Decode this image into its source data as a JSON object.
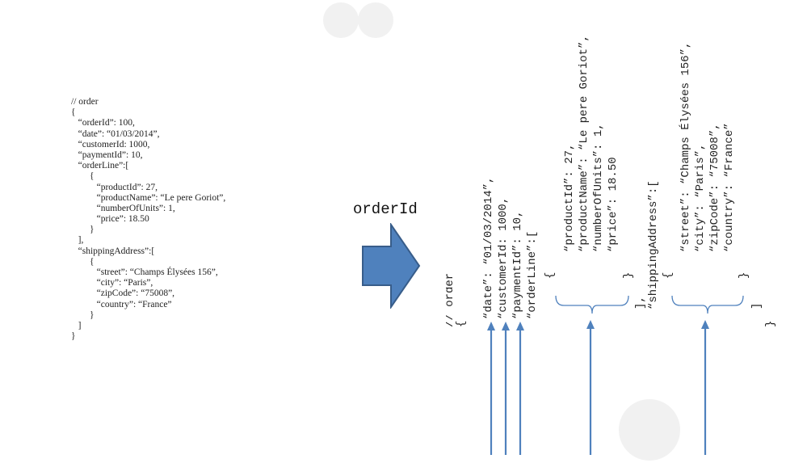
{
  "source_json": {
    "lines": [
      "// order",
      "{",
      "   “orderId”: 100,",
      "   “date”: “01/03/2014”,",
      "   “customerId: 1000,",
      "   “paymentId”: 10,",
      "   “orderLine”:[",
      "        {",
      "           “productId”: 27,",
      "           “productName”: “Le pere Goriot”,",
      "           “numberOfUnits”: 1,",
      "           “price”: 18.50",
      "        }",
      "   ],",
      "   “shippingAddress”:[",
      "        {",
      "           “street”: “Champs Élysées 156”,",
      "           “city”: “Paris”,",
      "           “zipCode”: “75008”,",
      "           “country”: “France”",
      "        }",
      "   ]",
      "}"
    ]
  },
  "arrow": {
    "label": "orderId",
    "color": "#4f81bd",
    "border": "#385d8a"
  },
  "rotated": {
    "comment": "// order",
    "open_brace": "{",
    "date": "“date”: “01/03/2014”,",
    "customer": "“customerId: 1000,",
    "payment": "“paymentId”: 10,",
    "order_line": "“orderLine”:[",
    "ol_open": "{",
    "product_id": "“productId”: 27,",
    "product_name": "“productName”: “Le pere Goriot”,",
    "units": "“numberOfUnits”: 1,",
    "price": "“price”: 18.50",
    "ol_close": "}",
    "ol_end": "],",
    "shipping": "“shippingAddress”:[",
    "sa_open": "{",
    "street": "“street”: “Champs Élysées 156”,",
    "city": "“city”: “Paris”,",
    "zip": "“zipCode”: “75008”,",
    "country": "“country”: “France”",
    "sa_close": "}",
    "sa_end": "]",
    "close_brace": "}"
  },
  "colors": {
    "pointer": "#4f81bd",
    "bracket": "#4f81bd",
    "text": "#222222"
  }
}
